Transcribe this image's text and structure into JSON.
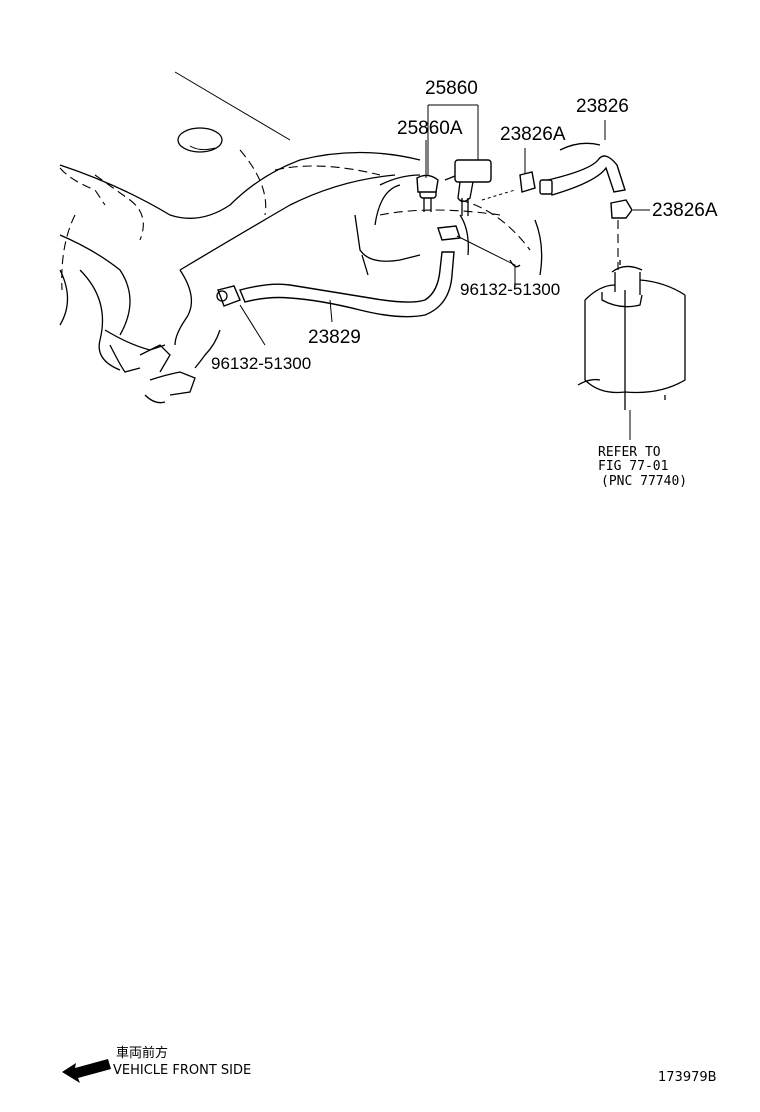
{
  "callouts": {
    "p25860": "25860",
    "p25860A": "25860A",
    "p23826": "23826",
    "p23826A_left": "23826A",
    "p23826A_right": "23826A",
    "p96132_right": "96132-51300",
    "p96132_left": "96132-51300",
    "p23829": "23829"
  },
  "reference": {
    "line1": "REFER TO",
    "line2": "FIG 77-01",
    "line3": "(PNC 77740)"
  },
  "footer": {
    "direction_jp": "車両前方",
    "direction_en": "VEHICLE FRONT SIDE",
    "diagram_id": "173979B"
  }
}
